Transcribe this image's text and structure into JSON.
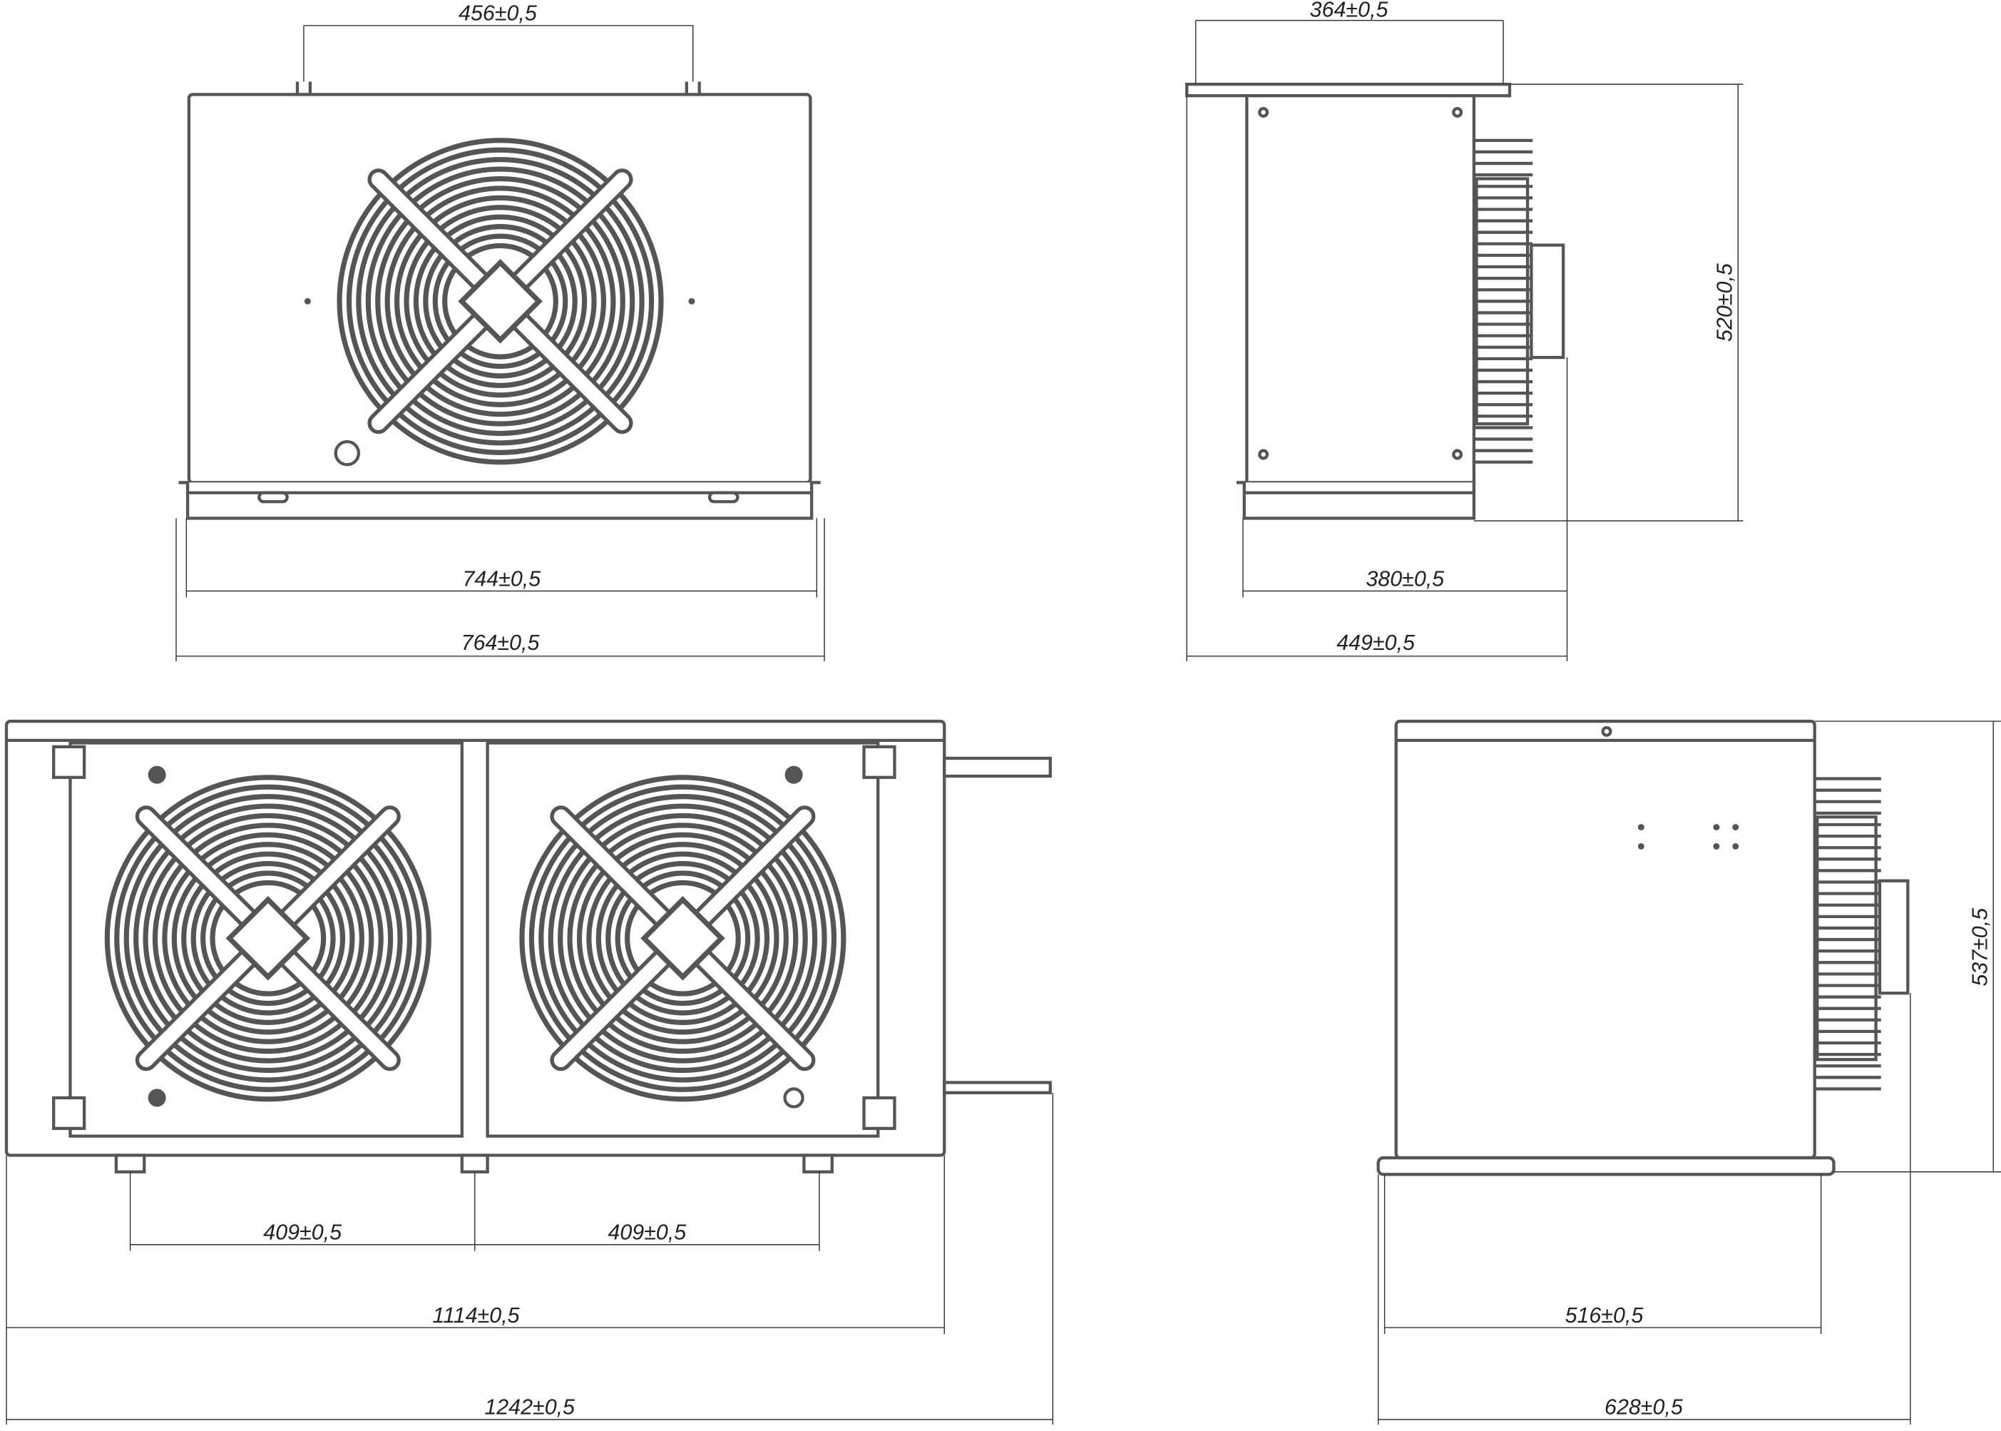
{
  "drawing": {
    "views": [
      "front-top",
      "side-top",
      "front-bottom",
      "side-bottom"
    ],
    "dimensions": {
      "top_bolts": "456±0,5",
      "top_side_plate": "364±0,5",
      "top_side_height": "520±0,5",
      "top_front_inner": "744±0,5",
      "top_front_outer": "764±0,5",
      "top_side_inner": "380±0,5",
      "top_side_outer": "449±0,5",
      "bottom_feet_left": "409±0,5",
      "bottom_feet_right": "409±0,5",
      "bottom_front_inner": "1114±0,5",
      "bottom_front_outer": "1242±0,5",
      "bottom_side_height": "537±0,5",
      "bottom_side_inner": "516±0,5",
      "bottom_side_outer": "628±0,5"
    },
    "line_color": "#555555"
  }
}
